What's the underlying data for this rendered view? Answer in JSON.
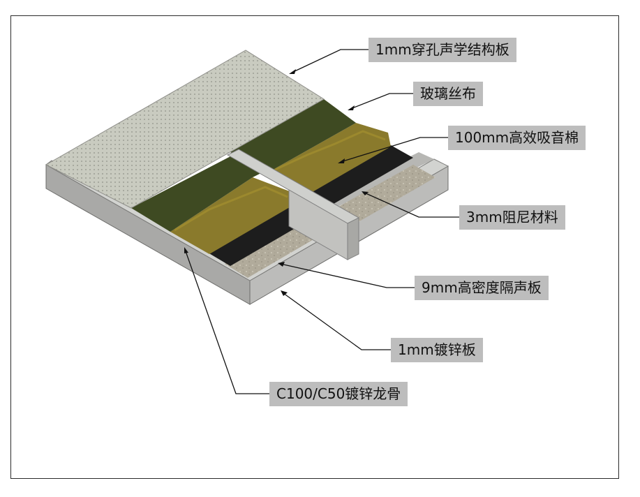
{
  "labels": [
    {
      "id": "perforated-panel",
      "text": "1mm穿孔声学结构板"
    },
    {
      "id": "glass-fiber-cloth",
      "text": "玻璃丝布"
    },
    {
      "id": "sound-absorbing-cotton",
      "text": "100mm高效吸音棉"
    },
    {
      "id": "damping-material",
      "text": "3mm阻尼材料"
    },
    {
      "id": "soundproof-board",
      "text": "9mm高密度隔声板"
    },
    {
      "id": "galvanized-sheet",
      "text": "1mm镀锌板"
    },
    {
      "id": "galvanized-keel",
      "text": "C100/C50镀锌龙骨"
    }
  ],
  "colors": {
    "panel": "#c9cbc0",
    "frame_top": "#cfd0cd",
    "frame_side": "#a8a8a6",
    "frame_inner": "#b7b7b4",
    "glass_cloth": "#3e4a22",
    "cotton": "#8a7a2c",
    "damping": "#1d1d1d",
    "board": "#b1ab9b",
    "label_bg": "#bdbdbd"
  }
}
